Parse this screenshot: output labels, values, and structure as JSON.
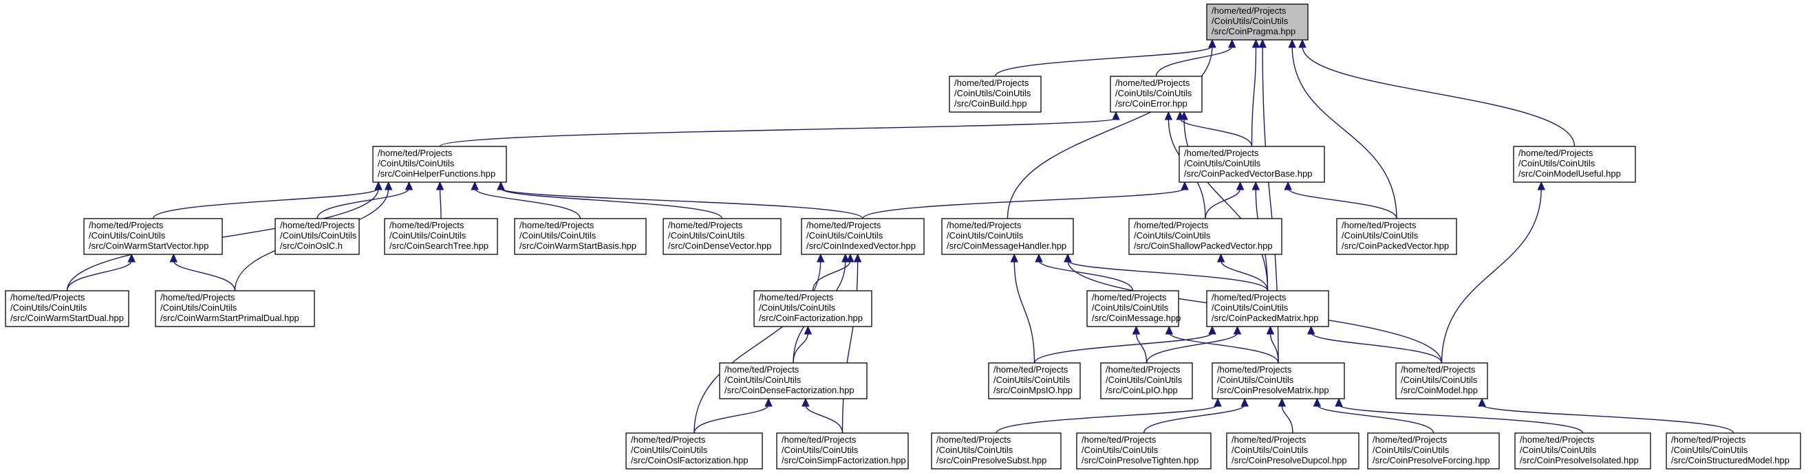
{
  "colors": {
    "edge": "#191970",
    "root_fill": "#bfbfbf",
    "node_fill": "#ffffff",
    "border": "#000000"
  },
  "nodes": [
    {
      "id": "pragma",
      "lines": [
        "/home/ted/Projects",
        "/CoinUtils/CoinUtils",
        "/src/CoinPragma.hpp"
      ],
      "highlighted": true
    },
    {
      "id": "build",
      "lines": [
        "/home/ted/Projects",
        "/CoinUtils/CoinUtils",
        "/src/CoinBuild.hpp"
      ]
    },
    {
      "id": "error",
      "lines": [
        "/home/ted/Projects",
        "/CoinUtils/CoinUtils",
        "/src/CoinError.hpp"
      ]
    },
    {
      "id": "helper",
      "lines": [
        "/home/ted/Projects",
        "/CoinUtils/CoinUtils",
        "/src/CoinHelperFunctions.hpp"
      ]
    },
    {
      "id": "pvb",
      "lines": [
        "/home/ted/Projects",
        "/CoinUtils/CoinUtils",
        "/src/CoinPackedVectorBase.hpp"
      ]
    },
    {
      "id": "modeluseful",
      "lines": [
        "/home/ted/Projects",
        "/CoinUtils/CoinUtils",
        "/src/CoinModelUseful.hpp"
      ]
    },
    {
      "id": "wsv",
      "lines": [
        "/home/ted/Projects",
        "/CoinUtils/CoinUtils",
        "/src/CoinWarmStartVector.hpp"
      ]
    },
    {
      "id": "osic",
      "lines": [
        "/home/ted/Projects",
        "/CoinUtils/CoinUtils",
        "/src/CoinOslC.h"
      ]
    },
    {
      "id": "searchtree",
      "lines": [
        "/home/ted/Projects",
        "/CoinUtils/CoinUtils",
        "/src/CoinSearchTree.hpp"
      ]
    },
    {
      "id": "wsbasis",
      "lines": [
        "/home/ted/Projects",
        "/CoinUtils/CoinUtils",
        "/src/CoinWarmStartBasis.hpp"
      ]
    },
    {
      "id": "densevec",
      "lines": [
        "/home/ted/Projects",
        "/CoinUtils/CoinUtils",
        "/src/CoinDenseVector.hpp"
      ]
    },
    {
      "id": "indexed",
      "lines": [
        "/home/ted/Projects",
        "/CoinUtils/CoinUtils",
        "/src/CoinIndexedVector.hpp"
      ]
    },
    {
      "id": "msghandler",
      "lines": [
        "/home/ted/Projects",
        "/CoinUtils/CoinUtils",
        "/src/CoinMessageHandler.hpp"
      ]
    },
    {
      "id": "shallow",
      "lines": [
        "/home/ted/Projects",
        "/CoinUtils/CoinUtils",
        "/src/CoinShallowPackedVector.hpp"
      ]
    },
    {
      "id": "packedvec",
      "lines": [
        "/home/ted/Projects",
        "/CoinUtils/CoinUtils",
        "/src/CoinPackedVector.hpp"
      ]
    },
    {
      "id": "wsdual",
      "lines": [
        "/home/ted/Projects",
        "/CoinUtils/CoinUtils",
        "/src/CoinWarmStartDual.hpp"
      ]
    },
    {
      "id": "wsprimaldual",
      "lines": [
        "/home/ted/Projects",
        "/CoinUtils/CoinUtils",
        "/src/CoinWarmStartPrimalDual.hpp"
      ]
    },
    {
      "id": "factorization",
      "lines": [
        "/home/ted/Projects",
        "/CoinUtils/CoinUtils",
        "/src/CoinFactorization.hpp"
      ]
    },
    {
      "id": "message",
      "lines": [
        "/home/ted/Projects",
        "/CoinUtils/CoinUtils",
        "/src/CoinMessage.hpp"
      ]
    },
    {
      "id": "packedmatrix",
      "lines": [
        "/home/ted/Projects",
        "/CoinUtils/CoinUtils",
        "/src/CoinPackedMatrix.hpp"
      ]
    },
    {
      "id": "densefact",
      "lines": [
        "/home/ted/Projects",
        "/CoinUtils/CoinUtils",
        "/src/CoinDenseFactorization.hpp"
      ]
    },
    {
      "id": "mpsio",
      "lines": [
        "/home/ted/Projects",
        "/CoinUtils/CoinUtils",
        "/src/CoinMpsIO.hpp"
      ]
    },
    {
      "id": "lpio",
      "lines": [
        "/home/ted/Projects",
        "/CoinUtils/CoinUtils",
        "/src/CoinLpIO.hpp"
      ]
    },
    {
      "id": "presolvematrix",
      "lines": [
        "/home/ted/Projects",
        "/CoinUtils/CoinUtils",
        "/src/CoinPresolveMatrix.hpp"
      ]
    },
    {
      "id": "model",
      "lines": [
        "/home/ted/Projects",
        "/CoinUtils/CoinUtils",
        "/src/CoinModel.hpp"
      ]
    },
    {
      "id": "oslfact",
      "lines": [
        "/home/ted/Projects",
        "/CoinUtils/CoinUtils",
        "/src/CoinOslFactorization.hpp"
      ]
    },
    {
      "id": "simpfact",
      "lines": [
        "/home/ted/Projects",
        "/CoinUtils/CoinUtils",
        "/src/CoinSimpFactorization.hpp"
      ]
    },
    {
      "id": "presubst",
      "lines": [
        "/home/ted/Projects",
        "/CoinUtils/CoinUtils",
        "/src/CoinPresolveSubst.hpp"
      ]
    },
    {
      "id": "pretighten",
      "lines": [
        "/home/ted/Projects",
        "/CoinUtils/CoinUtils",
        "/src/CoinPresolveTighten.hpp"
      ]
    },
    {
      "id": "predupcol",
      "lines": [
        "/home/ted/Projects",
        "/CoinUtils/CoinUtils",
        "/src/CoinPresolveDupcol.hpp"
      ]
    },
    {
      "id": "preforcing",
      "lines": [
        "/home/ted/Projects",
        "/CoinUtils/CoinUtils",
        "/src/CoinPresolveForcing.hpp"
      ]
    },
    {
      "id": "preisolated",
      "lines": [
        "/home/ted/Projects",
        "/CoinUtils/CoinUtils",
        "/src/CoinPresolveIsolated.hpp"
      ]
    },
    {
      "id": "structmodel",
      "lines": [
        "/home/ted/Projects",
        "/CoinUtils/CoinUtils",
        "/src/CoinStructuredModel.hpp"
      ]
    }
  ],
  "edges": [
    [
      "build",
      "pragma"
    ],
    [
      "error",
      "pragma"
    ],
    [
      "pvb",
      "pragma"
    ],
    [
      "modeluseful",
      "pragma"
    ],
    [
      "msghandler",
      "pragma"
    ],
    [
      "packedvec",
      "pragma"
    ],
    [
      "presolvematrix",
      "pragma"
    ],
    [
      "helper",
      "error"
    ],
    [
      "pvb",
      "error"
    ],
    [
      "shallow",
      "error"
    ],
    [
      "packedmatrix",
      "error"
    ],
    [
      "wsv",
      "helper"
    ],
    [
      "osic",
      "helper"
    ],
    [
      "searchtree",
      "helper"
    ],
    [
      "wsbasis",
      "helper"
    ],
    [
      "densevec",
      "helper"
    ],
    [
      "indexed",
      "helper"
    ],
    [
      "wsdual",
      "helper"
    ],
    [
      "wsprimaldual",
      "helper"
    ],
    [
      "indexed",
      "pvb"
    ],
    [
      "shallow",
      "pvb"
    ],
    [
      "packedvec",
      "pvb"
    ],
    [
      "packedmatrix",
      "pvb"
    ],
    [
      "model",
      "modeluseful"
    ],
    [
      "wsdual",
      "wsv"
    ],
    [
      "wsprimaldual",
      "wsv"
    ],
    [
      "factorization",
      "indexed"
    ],
    [
      "densefact",
      "indexed"
    ],
    [
      "oslfact",
      "indexed"
    ],
    [
      "simpfact",
      "indexed"
    ],
    [
      "message",
      "msghandler"
    ],
    [
      "mpsio",
      "msghandler"
    ],
    [
      "packedmatrix",
      "msghandler"
    ],
    [
      "model",
      "msghandler"
    ],
    [
      "packedmatrix",
      "shallow"
    ],
    [
      "densefact",
      "factorization"
    ],
    [
      "lpio",
      "message"
    ],
    [
      "presolvematrix",
      "message"
    ],
    [
      "mpsio",
      "packedmatrix"
    ],
    [
      "lpio",
      "packedmatrix"
    ],
    [
      "presolvematrix",
      "packedmatrix"
    ],
    [
      "model",
      "packedmatrix"
    ],
    [
      "oslfact",
      "densefact"
    ],
    [
      "simpfact",
      "densefact"
    ],
    [
      "presubst",
      "presolvematrix"
    ],
    [
      "pretighten",
      "presolvematrix"
    ],
    [
      "predupcol",
      "presolvematrix"
    ],
    [
      "preforcing",
      "presolvematrix"
    ],
    [
      "preisolated",
      "presolvematrix"
    ],
    [
      "structmodel",
      "model"
    ]
  ]
}
